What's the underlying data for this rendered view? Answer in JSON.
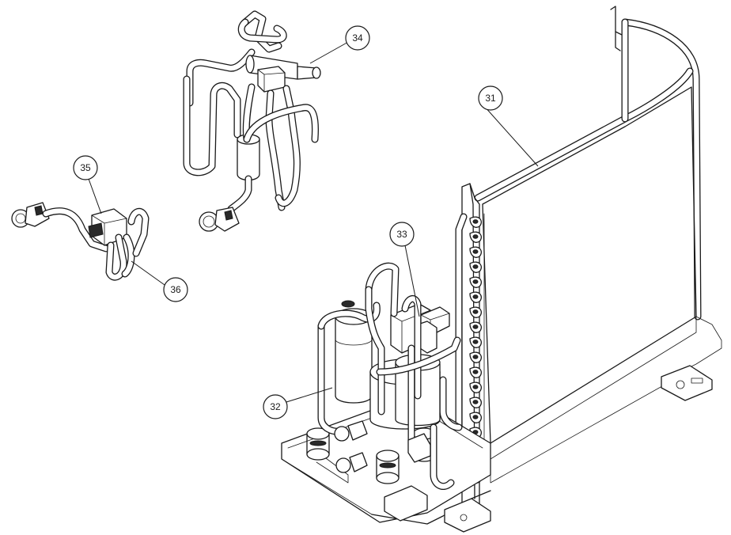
{
  "callouts": [
    {
      "id": "31",
      "label": "31"
    },
    {
      "id": "32",
      "label": "32"
    },
    {
      "id": "33",
      "label": "33"
    },
    {
      "id": "34",
      "label": "34"
    },
    {
      "id": "35",
      "label": "35"
    },
    {
      "id": "36",
      "label": "36"
    }
  ],
  "colors": {
    "line": "#1a1a1a",
    "background": "#ffffff"
  }
}
